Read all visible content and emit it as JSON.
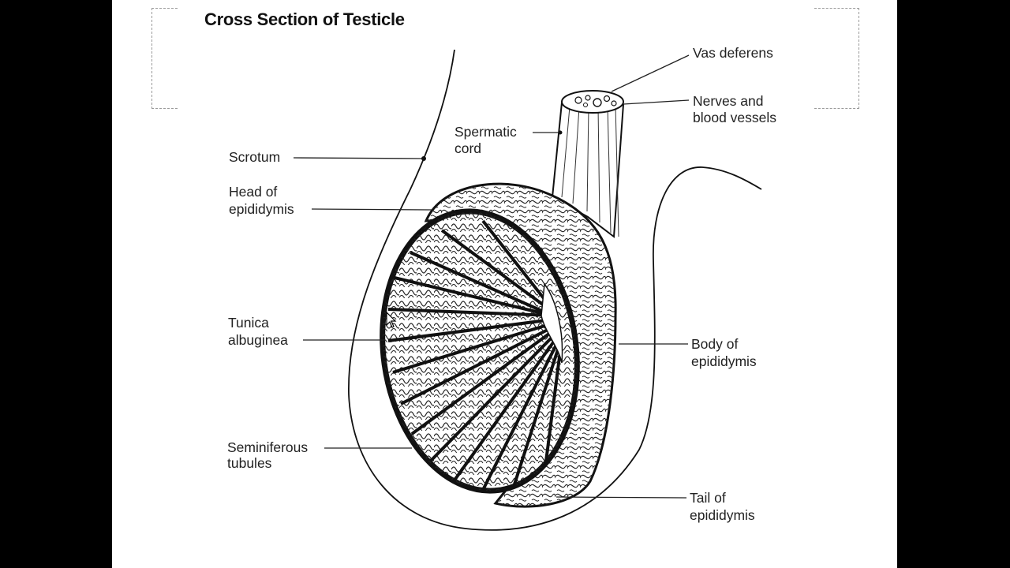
{
  "title": "Cross Section of Testicle",
  "labels": {
    "vas_deferens": "Vas deferens",
    "nerves_line1": "Nerves and",
    "nerves_line2": "blood vessels",
    "spermatic_line1": "Spermatic",
    "spermatic_line2": "cord",
    "scrotum": "Scrotum",
    "head_line1": "Head of",
    "head_line2": "epididymis",
    "tunica_line1": "Tunica",
    "tunica_line2": "albuginea",
    "body_line1": "Body of",
    "body_line2": "epididymis",
    "semi_line1": "Seminiferous",
    "semi_line2": "tubules",
    "tail_line1": "Tail of",
    "tail_line2": "epididymis"
  },
  "colors": {
    "background": "#000000",
    "slide": "#ffffff",
    "ink": "#111111"
  }
}
